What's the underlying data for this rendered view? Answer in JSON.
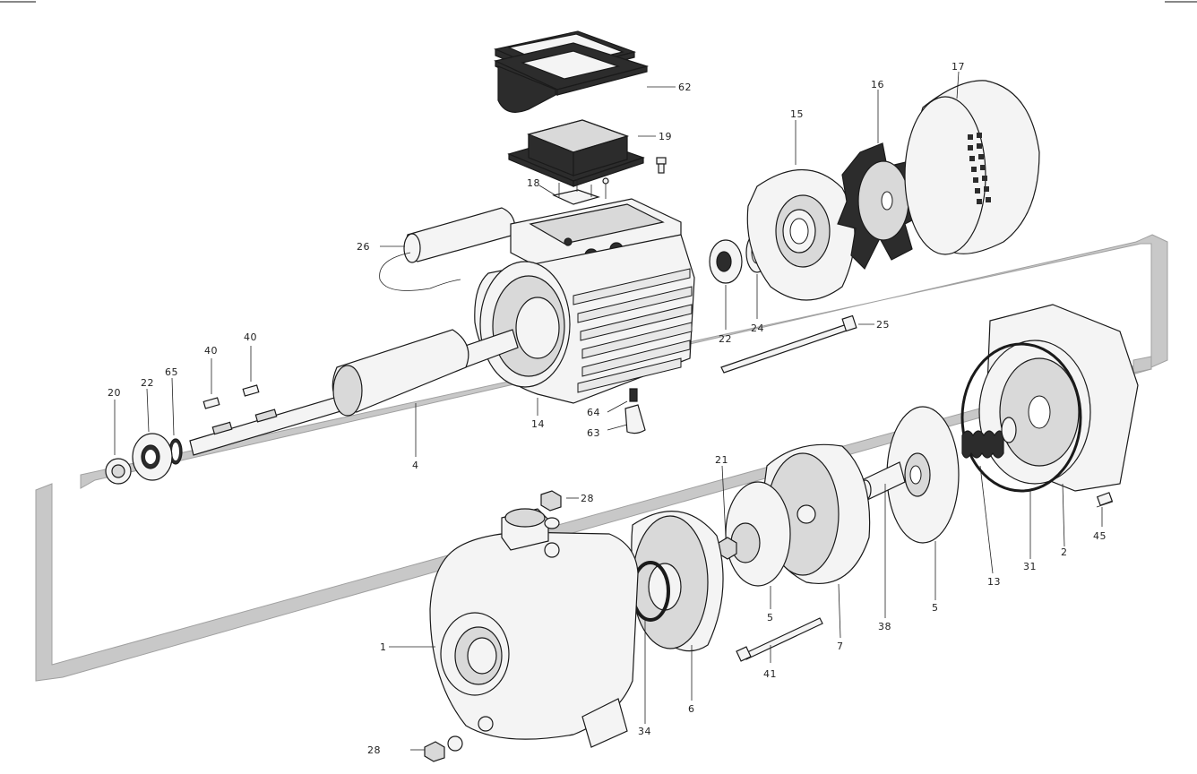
{
  "labels": {
    "p62": "62",
    "p19": "19",
    "p18": "18",
    "p26": "26",
    "p15": "15",
    "p16": "16",
    "p17": "17",
    "p22a": "22",
    "p24": "24",
    "p25": "25",
    "p40a": "40",
    "p40b": "40",
    "p65": "65",
    "p20": "20",
    "p22b": "22",
    "p4": "4",
    "p14": "14",
    "p64": "64",
    "p63": "63",
    "p21": "21",
    "p28a": "28",
    "p13": "13",
    "p31": "31",
    "p2": "2",
    "p45": "45",
    "p5a": "5",
    "p5b": "5",
    "p38": "38",
    "p7": "7",
    "p41": "41",
    "p1": "1",
    "p34": "34",
    "p6": "6",
    "p28b": "28"
  }
}
